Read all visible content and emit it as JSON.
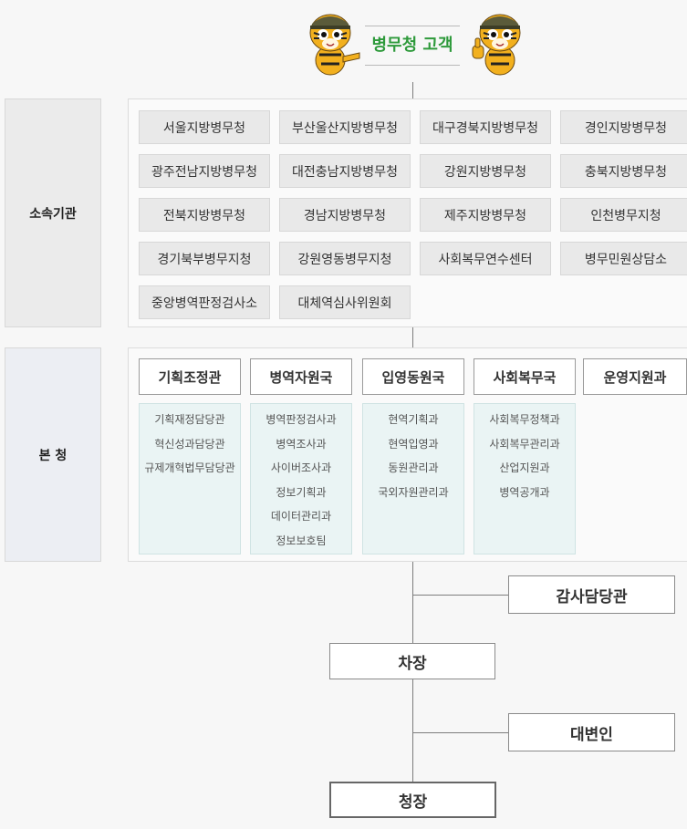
{
  "header": {
    "title": "병무청 고객"
  },
  "affiliated": {
    "label": "소속기관",
    "items": [
      "서울지방병무청",
      "부산울산지방병무청",
      "대구경북지방병무청",
      "경인지방병무청",
      "광주전남지방병무청",
      "대전충남지방병무청",
      "강원지방병무청",
      "충북지방병무청",
      "전북지방병무청",
      "경남지방병무청",
      "제주지방병무청",
      "인천병무지청",
      "경기북부병무지청",
      "강원영동병무지청",
      "사회복무연수센터",
      "병무민원상담소",
      "중앙병역판정검사소",
      "대체역심사위원회"
    ]
  },
  "headquarters": {
    "label": "본 청",
    "departments": [
      {
        "name": "기획조정관",
        "subs": [
          "기획재정담당관",
          "혁신성과담당관",
          "규제개혁법무담당관"
        ]
      },
      {
        "name": "병역자원국",
        "subs": [
          "병역판정검사과",
          "병역조사과",
          "사이버조사과",
          "정보기획과",
          "데이터관리과",
          "정보보호팀"
        ]
      },
      {
        "name": "입영동원국",
        "subs": [
          "현역기획과",
          "현역입영과",
          "동원관리과",
          "국외자원관리과"
        ]
      },
      {
        "name": "사회복무국",
        "subs": [
          "사회복무정책과",
          "사회복무관리과",
          "산업지원과",
          "병역공개과"
        ]
      },
      {
        "name": "운영지원과",
        "subs": []
      }
    ]
  },
  "executives": {
    "audit": "감사담당관",
    "deputy": "차장",
    "spokesperson": "대변인",
    "commissioner": "청장"
  },
  "colors": {
    "title_green": "#2e9a3b",
    "subbox_bg": "#eaf4f4"
  },
  "icons": {
    "left_mascot": "tiger-mascot-pointing-icon",
    "right_mascot": "tiger-mascot-thumbs-up-icon"
  }
}
